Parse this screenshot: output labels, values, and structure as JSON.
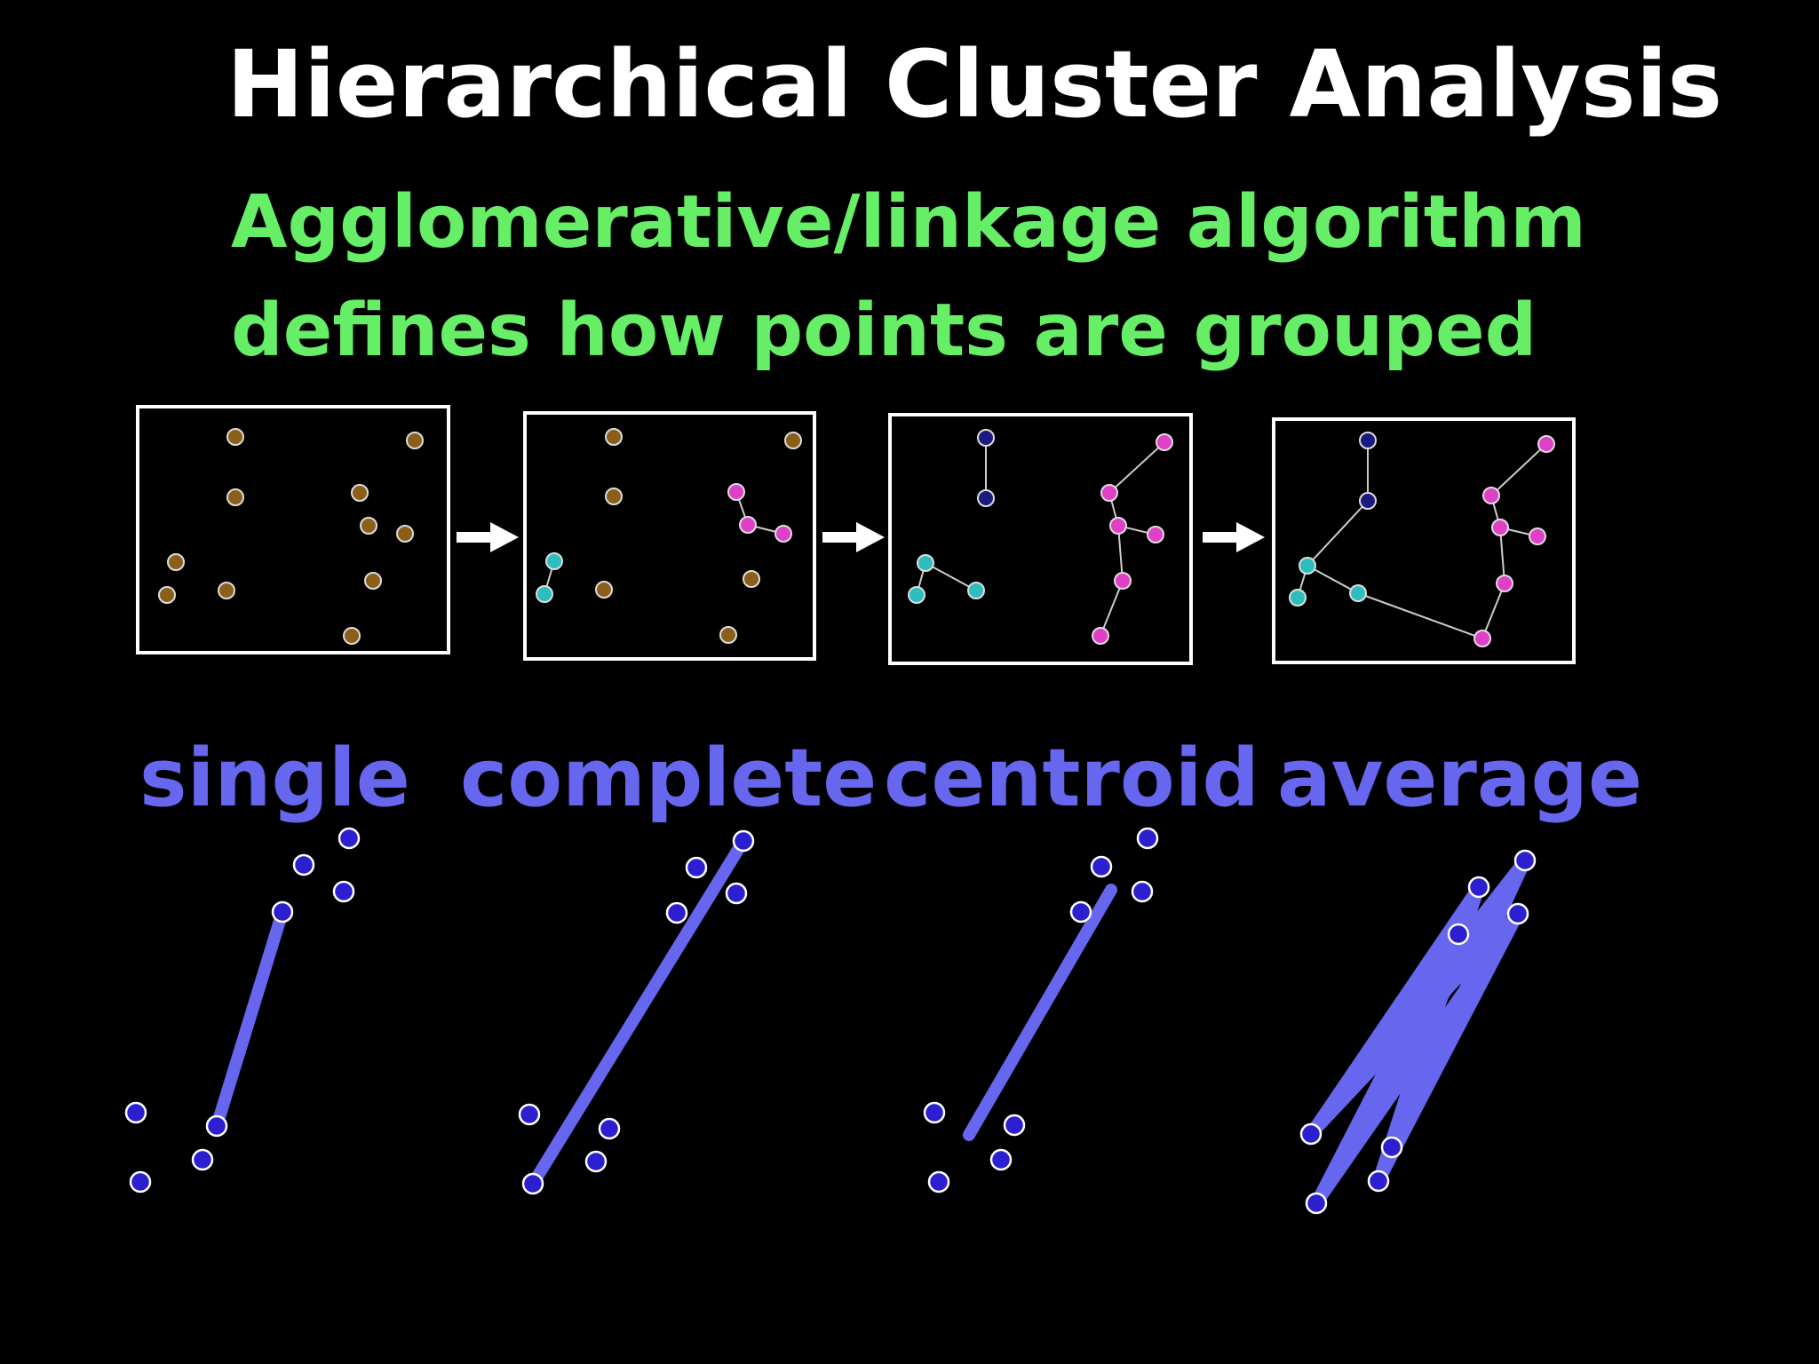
{
  "slide": {
    "title": "Hierarchical Cluster Analysis",
    "subtitle_lines": [
      "Agglomerative/linkage algorithm",
      "defines how points are grouped"
    ]
  },
  "linkage_methods": [
    {
      "label": "single"
    },
    {
      "label": "complete"
    },
    {
      "label": "centroid"
    },
    {
      "label": "average"
    }
  ],
  "colors": {
    "background": "#000000",
    "title": "#ffffff",
    "subtitle": "#66ee66",
    "method_label": "#6666ee",
    "link": "#6666ee",
    "point_unassigned": "#8b5e1a",
    "cluster_navy": "#1a1a80",
    "cluster_cyan": "#2dbdbd",
    "cluster_magenta": "#e040c8",
    "panel_border": "#ffffff"
  }
}
